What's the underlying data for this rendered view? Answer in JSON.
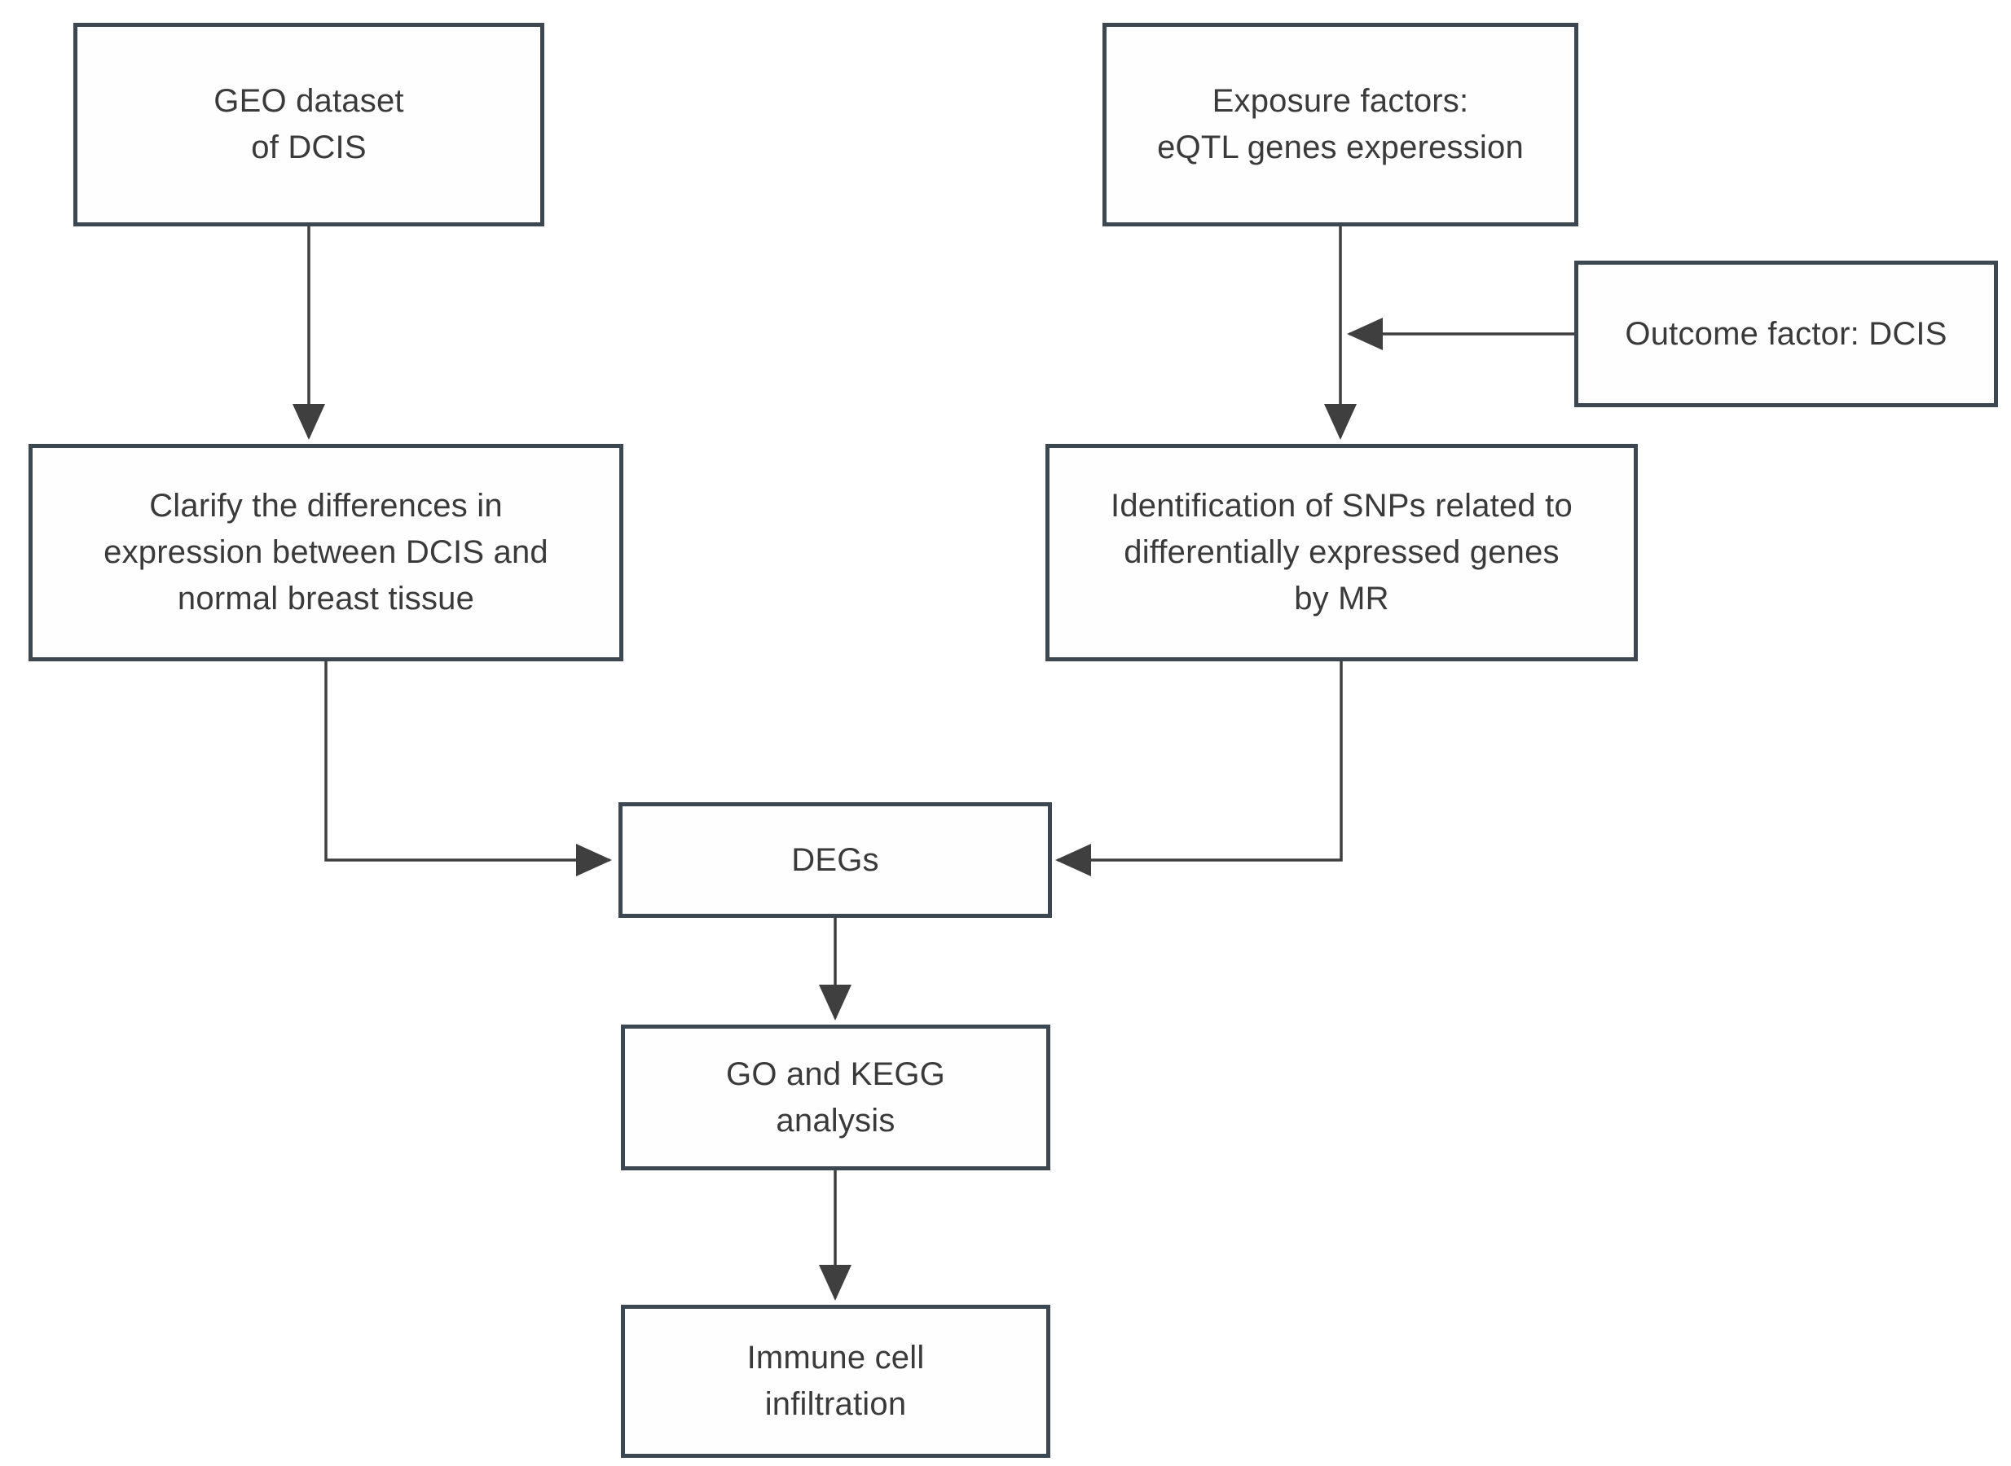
{
  "diagram": {
    "type": "flowchart",
    "background": "#ffffff",
    "colors": {
      "background": "#ffffff",
      "box_border": "#3d4751",
      "box_fill": "#fefefe",
      "line": "#3f3f3f",
      "text": "#3a3a3a"
    },
    "nodes": {
      "geo": {
        "label": "GEO dataset\nof DCIS"
      },
      "exposure": {
        "label": "Exposure factors:\neQTL genes experession"
      },
      "outcome": {
        "label": "Outcome factor: DCIS"
      },
      "clarify": {
        "label": "Clarify the differences in\nexpression between DCIS and\nnormal breast tissue"
      },
      "identification": {
        "label": "Identification of SNPs related to\ndifferentially expressed genes\nby MR"
      },
      "degs": {
        "label": "DEGs"
      },
      "gokegg": {
        "label": "GO and KEGG\nanalysis"
      },
      "immune": {
        "label": "Immune cell\ninfiltration"
      }
    },
    "edges": [
      {
        "from": "geo",
        "to": "clarify"
      },
      {
        "from": "exposure",
        "to": "identification"
      },
      {
        "from": "outcome",
        "to": "identification",
        "note": "arrow joins the exposure-to-identification connector"
      },
      {
        "from": "clarify",
        "to": "degs"
      },
      {
        "from": "identification",
        "to": "degs"
      },
      {
        "from": "degs",
        "to": "gokegg"
      },
      {
        "from": "gokegg",
        "to": "immune"
      }
    ]
  }
}
